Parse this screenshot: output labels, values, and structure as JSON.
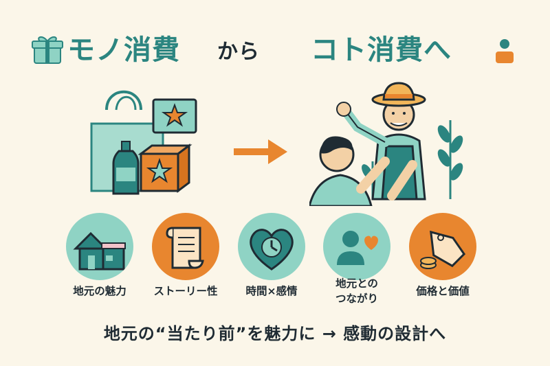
{
  "title": {
    "part1": "モノ消費",
    "part2": "から",
    "part3": "コト消費へ"
  },
  "icons": {
    "left_title": "gift-icon",
    "right_title": "person-icon",
    "left_hero": "shopping-bag-bottle-boxes",
    "arrow": "arrow-right-icon",
    "right_hero": "farmer-greeting-child"
  },
  "features": [
    {
      "label": "地元の魅力",
      "icon": "house-storefront-icon",
      "color": "#8fd3c4"
    },
    {
      "label": "ストーリー性",
      "icon": "scroll-icon",
      "color": "#e8862f"
    },
    {
      "label": "時間×感情",
      "icon": "heart-clock-icon",
      "color": "#8fd3c4"
    },
    {
      "label": "地元との\nつながり",
      "icon": "person-heart-icon",
      "color": "#8fd3c4"
    },
    {
      "label": "価格と価値",
      "icon": "price-tag-coins-icon",
      "color": "#e8862f"
    }
  ],
  "footer": "地元の“当たり前”を魅力に → 感動の設計へ",
  "colors": {
    "background": "#fbf6e9",
    "teal": "#2b8580",
    "mint": "#8fd3c4",
    "orange": "#e8862f",
    "dark": "#1f2b33"
  }
}
